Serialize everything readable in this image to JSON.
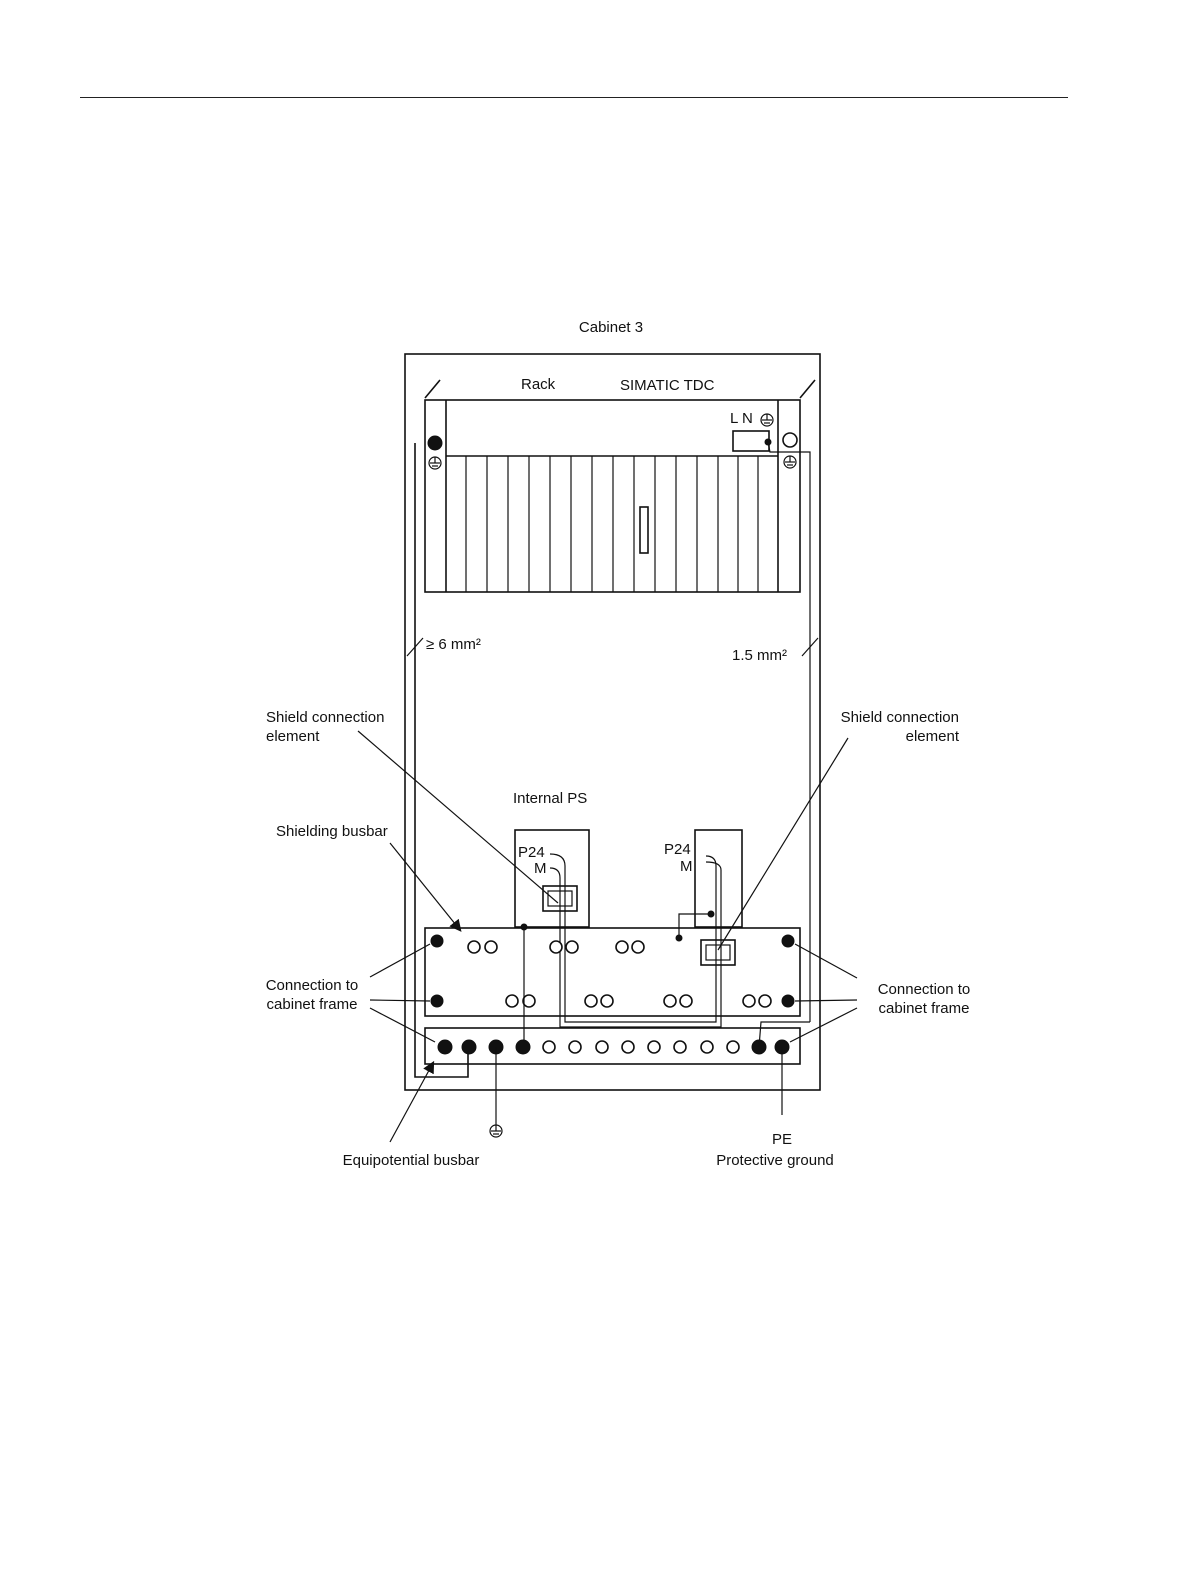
{
  "diagram": {
    "title": "Cabinet 3",
    "rack_label": "Rack",
    "system_label": "SIMATIC TDC",
    "power_terminals": "L N",
    "cross_section_left": "≥ 6 mm²",
    "cross_section_right": "1.5 mm²",
    "shield_element_left": [
      "Shield connection",
      "element"
    ],
    "shield_element_right": [
      "Shield connection",
      "element"
    ],
    "internal_ps": "Internal PS",
    "shielding_busbar": "Shielding busbar",
    "ps_left": [
      "P24",
      "M"
    ],
    "ps_right": [
      "P24",
      "M"
    ],
    "connection_left": [
      "Connection to",
      "cabinet frame"
    ],
    "connection_right": [
      "Connection to",
      "cabinet frame"
    ],
    "equipotential_busbar": "Equipotential busbar",
    "pe_label": "PE",
    "protective_ground": "Protective ground",
    "ground_symbol": "ground-icon"
  }
}
